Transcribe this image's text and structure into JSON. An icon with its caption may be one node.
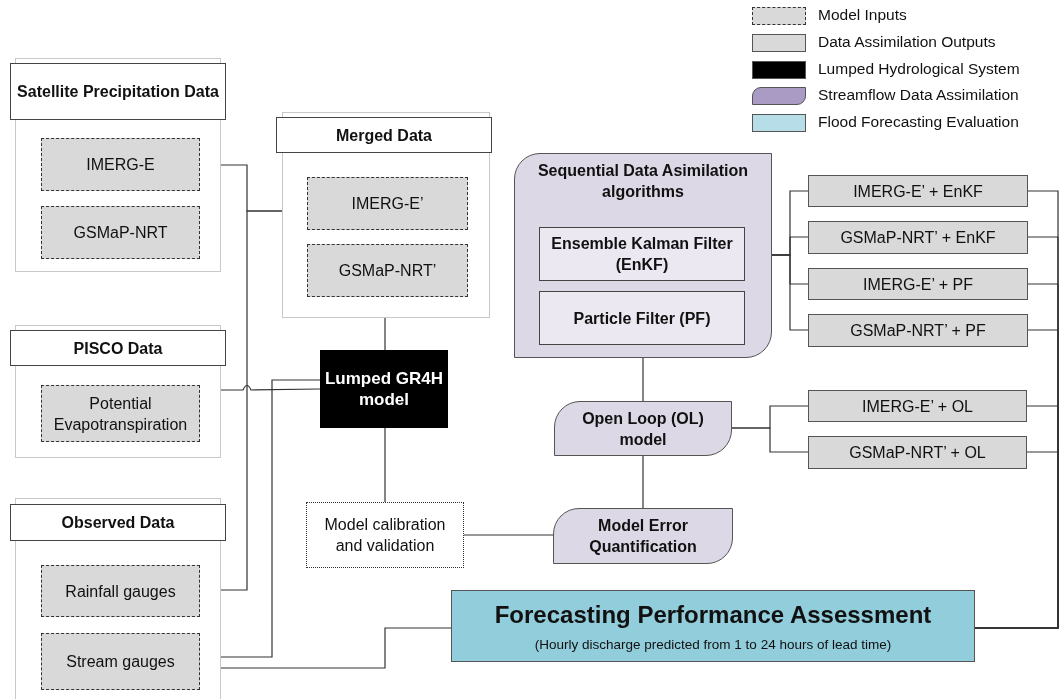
{
  "diagram": {
    "nodes": [
      {
        "text": [
          "Satellite Precipitation Data"
        ]
      },
      {
        "text": [
          "IMERG-E"
        ],
        "in": 0
      },
      {
        "text": [
          "GSMaP-NRT"
        ],
        "in": 0
      },
      {
        "text": [
          "Merged Data"
        ]
      },
      {
        "text": [
          "IMERG-E’"
        ],
        "in": 3
      },
      {
        "text": [
          "GSMaP-NRT’"
        ],
        "in": 3
      },
      {
        "text": [
          "PISCO Data"
        ]
      },
      {
        "text": [
          "Potential Evapotranspiration"
        ],
        "in": 6
      },
      {
        "text": [
          "Observed Data"
        ]
      },
      {
        "text": [
          "Rainfall gauges"
        ],
        "in": 8
      },
      {
        "text": [
          "Stream gauges"
        ],
        "in": 8
      },
      {
        "text": [
          "Lumped GR4H model"
        ]
      },
      {
        "text": [
          "Model calibration and validation"
        ]
      },
      {
        "text": [
          "Sequential Data Asimilation algorithms"
        ]
      },
      {
        "text": [
          "Ensemble Kalman Filter (EnKF)"
        ],
        "in": 13
      },
      {
        "text": [
          "Particle Filter (PF)"
        ],
        "in": 13
      },
      {
        "text": [
          "Open Loop (OL) model"
        ]
      },
      {
        "text": [
          "Model Error Quantification"
        ]
      },
      {
        "text": [
          "IMERG-E’ + EnKF"
        ]
      },
      {
        "text": [
          "GSMaP-NRT’ + EnKF"
        ]
      },
      {
        "text": [
          "IMERG-E’ + PF"
        ]
      },
      {
        "text": [
          "GSMaP-NRT’ + PF"
        ]
      },
      {
        "text": [
          "IMERG-E’ + OL"
        ]
      },
      {
        "text": [
          "GSMaP-NRT’ + OL"
        ]
      },
      {
        "text": [
          "Forecasting Performance Assessment",
          "(Hourly discharge predicted from 1 to 24 hours of lead time)"
        ]
      }
    ],
    "edges": [
      {
        "from": 0,
        "to": 3,
        "arrow": "none"
      },
      {
        "from": 9,
        "to": 3,
        "arrow": "none"
      },
      {
        "from": 6,
        "to": 11,
        "arrow": "none"
      },
      {
        "from": 10,
        "to": 11,
        "arrow": "none"
      },
      {
        "from": 10,
        "to": 24,
        "arrow": "none"
      },
      {
        "from": 3,
        "to": 11,
        "arrow": "none"
      },
      {
        "from": 11,
        "to": 12,
        "arrow": "none"
      },
      {
        "from": 12,
        "to": 17,
        "arrow": "none"
      },
      {
        "from": 13,
        "to": 16,
        "arrow": "none"
      },
      {
        "from": 16,
        "to": 17,
        "arrow": "none"
      },
      {
        "from": 13,
        "to": 18,
        "arrow": "none"
      },
      {
        "from": 13,
        "to": 19,
        "arrow": "none"
      },
      {
        "from": 13,
        "to": 20,
        "arrow": "none"
      },
      {
        "from": 13,
        "to": 21,
        "arrow": "none"
      },
      {
        "from": 16,
        "to": 22,
        "arrow": "none"
      },
      {
        "from": 16,
        "to": 23,
        "arrow": "none"
      },
      {
        "from": 18,
        "to": 24,
        "arrow": "none"
      },
      {
        "from": 19,
        "to": 24,
        "arrow": "none"
      },
      {
        "from": 20,
        "to": 24,
        "arrow": "none"
      },
      {
        "from": 21,
        "to": 24,
        "arrow": "none"
      },
      {
        "from": 22,
        "to": 24,
        "arrow": "none"
      },
      {
        "from": 23,
        "to": 24,
        "arrow": "none"
      }
    ],
    "legend": [
      {
        "text": "Model Inputs",
        "color": "#d9d9d9"
      },
      {
        "text": "Data Assimilation Outputs",
        "color": "#d9d9d9"
      },
      {
        "text": "Lumped Hydrological System",
        "color": "#000000"
      },
      {
        "text": "Streamflow Data Assimilation",
        "color": "#a99bc4"
      },
      {
        "text": "Flood Forecasting Evaluation",
        "color": "#b7dde8"
      }
    ]
  }
}
